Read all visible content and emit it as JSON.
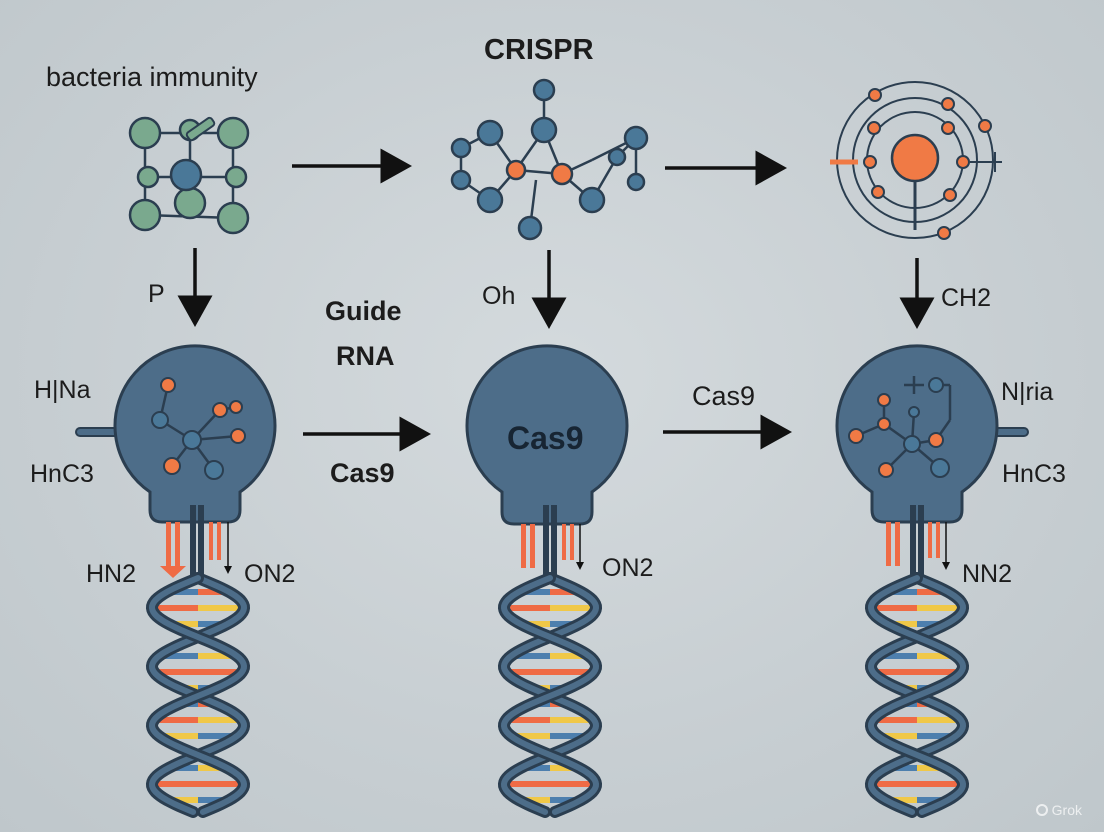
{
  "title": "CRISPR",
  "labels": {
    "bacteria_immunity": "bacteria immunity",
    "p": "P",
    "guide_rna_line1": "Guide",
    "guide_rna_line2": "RNA",
    "oh": "Oh",
    "ch2": "CH2",
    "hina": "H|Na",
    "hnc3_left": "HnC3",
    "cas9_bottom_arrow": "Cas9",
    "cas9_center": "Cas9",
    "cas9_top_arrow": "Cas9",
    "niria": "N|ria",
    "hnc3_right": "HnC3",
    "hn2": "HN2",
    "on2_left": "ON2",
    "on2_center": "ON2",
    "nn2": "NN2"
  },
  "watermark": "Grok",
  "colors": {
    "background": "#c8cfd3",
    "protein": "#4d6d89",
    "protein_stroke": "#2b3e50",
    "node_blue": "#4a7898",
    "node_orange": "#f07a45",
    "node_green": "#7aa98e",
    "dna_red": "#ef6b45",
    "dna_yellow": "#f0c848",
    "dna_blue": "#4d7fae",
    "arrow": "#111111"
  }
}
